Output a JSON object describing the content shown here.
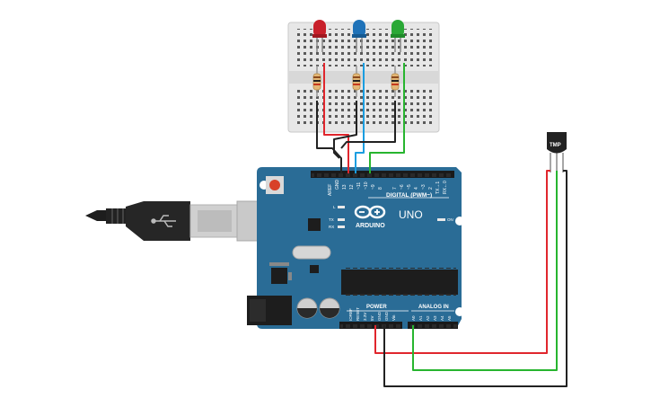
{
  "board": {
    "brand": "ARDUINO",
    "model": "UNO",
    "digital_label": "DIGITAL (PWM~)",
    "power_label": "POWER",
    "analog_label": "ANALOG IN",
    "on_label": "ON",
    "l_label": "L",
    "tx_label": "TX",
    "rx_label": "RX",
    "top_pins": [
      "AREF",
      "GND",
      "13",
      "12",
      "~11",
      "~10",
      "~9",
      "8",
      "7",
      "~6",
      "~5",
      "4",
      "~3",
      "2",
      "TX→1",
      "RX←0"
    ],
    "power_pins": [
      "IOREF",
      "RESET",
      "3.3V",
      "5V",
      "GND",
      "GND",
      "Vin"
    ],
    "analog_pins": [
      "A0",
      "A1",
      "A2",
      "A3",
      "A4",
      "A5"
    ]
  },
  "sensor": {
    "label": "TMP"
  },
  "leds": [
    {
      "name": "red",
      "color": "#c8202a"
    },
    {
      "name": "blue",
      "color": "#1f72b8"
    },
    {
      "name": "green",
      "color": "#2aa836"
    }
  ],
  "wire_colors": {
    "red": "#e0262d",
    "blue": "#1a9de0",
    "green": "#27b52f",
    "black": "#222222"
  }
}
